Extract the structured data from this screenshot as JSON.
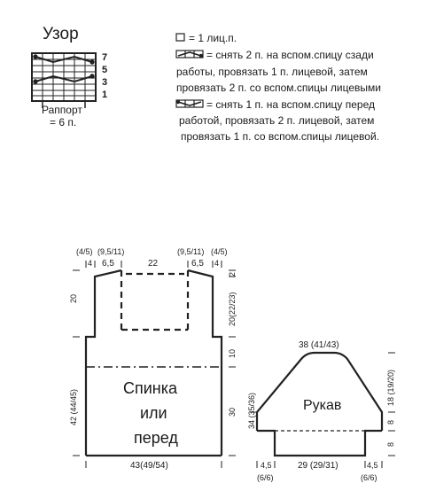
{
  "pattern": {
    "title": "Узор",
    "row_numbers": [
      "7",
      "5",
      "3",
      "1"
    ],
    "repeat_label": "Раппорт",
    "repeat_value": "= 6 п."
  },
  "legend": [
    {
      "icon": "knit-stitch-icon",
      "lines": [
        "= 1 лиц.п."
      ]
    },
    {
      "icon": "right-cross-cable-icon",
      "lines": [
        "= снять 2 п. на вспом.спицу сзади",
        "работы, провязать 1 п. лицевой, затем",
        "провязать 2 п. со вспом.спицы лицевыми"
      ]
    },
    {
      "icon": "left-cross-cable-icon",
      "lines": [
        "= снять 1 п. на вспом.спицу перед",
        "работой, провязать 2 п. лицевой, затем",
        "провязать 1 п. со вспом.спицы лицевой."
      ]
    }
  ],
  "body_schematic": {
    "label_lines": [
      "Спинка",
      "или",
      "перед"
    ],
    "top_dims": [
      "(4/5)",
      "(9,5/11)",
      "(9,5/11)",
      "(4/5)"
    ],
    "top_segments": [
      "4",
      "6,5",
      "22",
      "6,5",
      "4"
    ],
    "left_dims": [
      "20",
      "42 (44/45)"
    ],
    "right_dims": [
      "2",
      "20(22/23)",
      "10",
      "30"
    ],
    "bottom_dim": "43(49/54)"
  },
  "sleeve_schematic": {
    "label": "Рукав",
    "top_dim": "38 (41/43)",
    "left_dim": "34 (35/36)",
    "right_dims": [
      "18 (19/20)",
      "8",
      "8"
    ],
    "bottom_segments": [
      "4,5",
      "29 (29/31)",
      "4,5"
    ],
    "bottom_sub": [
      "(6/6)",
      "(6/6)"
    ]
  }
}
